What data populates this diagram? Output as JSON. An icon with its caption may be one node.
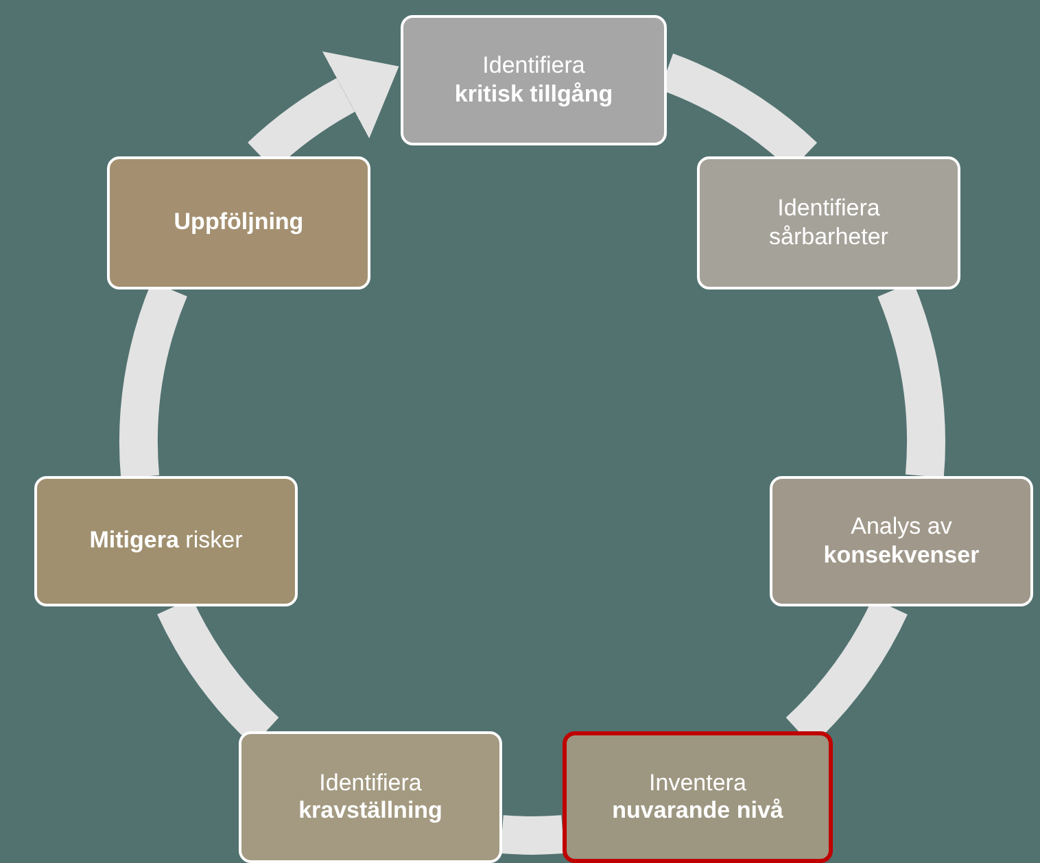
{
  "diagram": {
    "nodes": [
      {
        "text": [
          "Identifiera **kritisk tillgång**"
        ]
      },
      {
        "text": [
          "Identifiera sårbarheter"
        ]
      },
      {
        "text": [
          "Analys av **konsekvenser**"
        ]
      },
      {
        "text": [
          "Inventera **nuvarande nivå**"
        ]
      },
      {
        "text": [
          "Identifiera **kravställning**"
        ]
      },
      {
        "text": [
          "**Mitigera** risker"
        ]
      },
      {
        "text": [
          "Uppföljning"
        ]
      }
    ],
    "edges": [
      {
        "from": 0,
        "to": 1,
        "arrow": "none"
      },
      {
        "from": 1,
        "to": 2,
        "arrow": "none"
      },
      {
        "from": 2,
        "to": 3,
        "arrow": "none"
      },
      {
        "from": 3,
        "to": 4,
        "arrow": "none"
      },
      {
        "from": 4,
        "to": 5,
        "arrow": "none"
      },
      {
        "from": 5,
        "to": 6,
        "arrow": "none"
      },
      {
        "from": 6,
        "to": 0,
        "arrow": "to"
      }
    ]
  }
}
